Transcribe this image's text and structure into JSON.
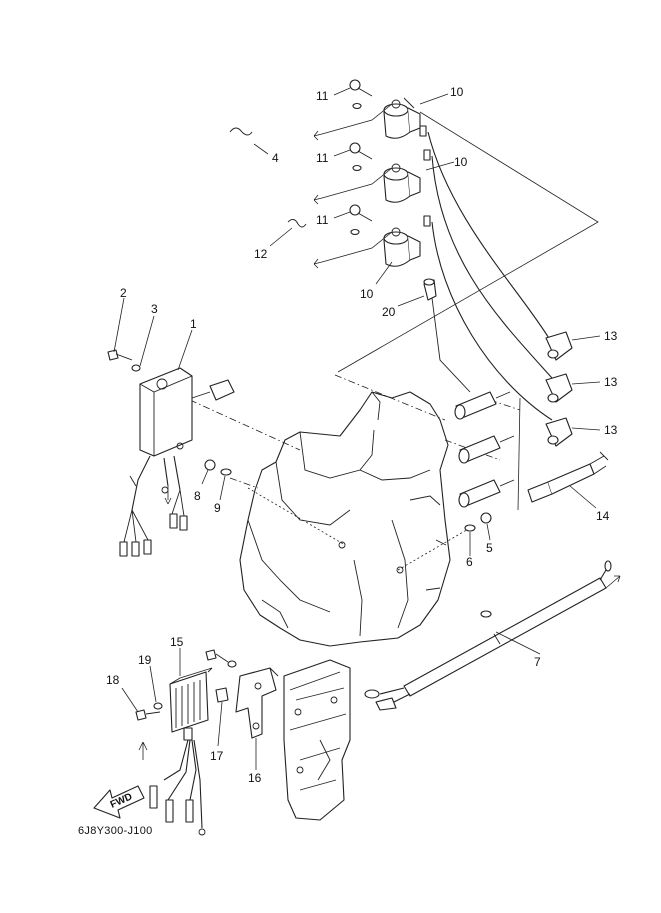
{
  "diagram": {
    "drawing_code": "6J8Y300-J100",
    "direction_label": "FWD",
    "callouts": [
      "1",
      "2",
      "3",
      "4",
      "5",
      "6",
      "7",
      "8",
      "9",
      "10",
      "10",
      "10",
      "11",
      "11",
      "11",
      "12",
      "13",
      "13",
      "13",
      "14",
      "15",
      "16",
      "17",
      "18",
      "19",
      "20"
    ]
  }
}
